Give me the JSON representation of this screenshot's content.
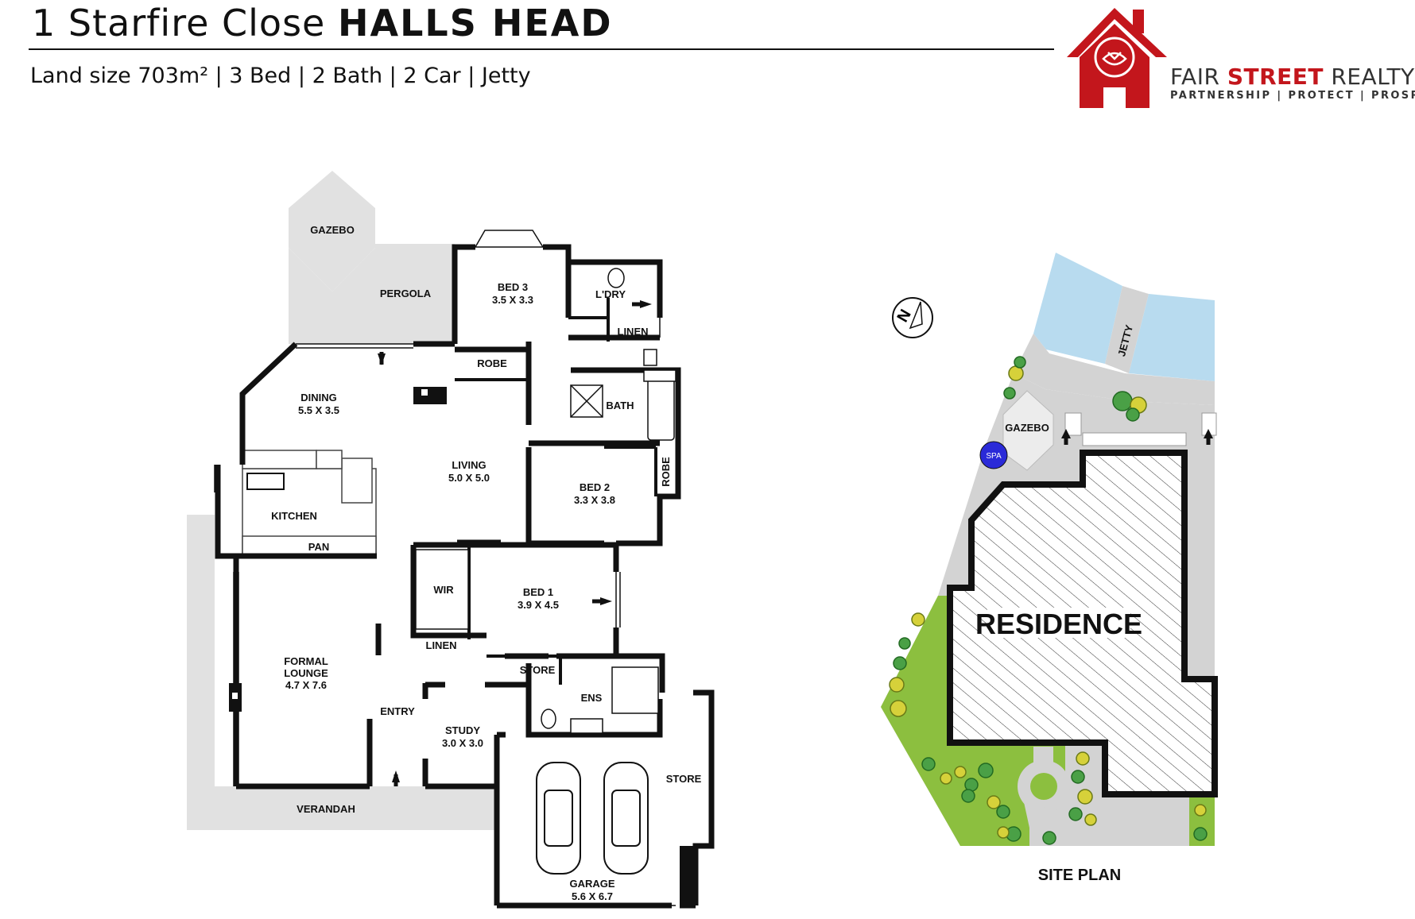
{
  "header": {
    "address": "1 Starfire Close",
    "suburb": "HALLS HEAD",
    "details": "Land size 703m² | 3 Bed | 2 Bath | 2 Car | Jetty"
  },
  "brand": {
    "name_prefix": "FAIR ",
    "name_accent": "STREET",
    "name_suffix": " REALTY",
    "tagline": "PARTNERSHIP | PROTECT | PROSPER",
    "accent_color": "#c3161c"
  },
  "floor_plan": {
    "rooms": {
      "gazebo": {
        "name": "GAZEBO"
      },
      "pergola": {
        "name": "PERGOLA"
      },
      "bed3": {
        "name": "BED 3",
        "size": "3.5 X 3.3"
      },
      "laundry": {
        "name": "L'DRY"
      },
      "linen_top": {
        "name": "LINEN"
      },
      "robe_bed3": {
        "name": "ROBE"
      },
      "dining": {
        "name": "DINING",
        "size": "5.5 X 3.5"
      },
      "bath": {
        "name": "BATH"
      },
      "living": {
        "name": "LIVING",
        "size": "5.0 X 5.0"
      },
      "bed2": {
        "name": "BED 2",
        "size": "3.3 X 3.8"
      },
      "robe_bed2": {
        "name": "ROBE"
      },
      "kitchen": {
        "name": "KITCHEN"
      },
      "pantry": {
        "name": "PAN"
      },
      "wir": {
        "name": "WIR"
      },
      "bed1": {
        "name": "BED 1",
        "size": "3.9 X 4.5"
      },
      "linen_mid": {
        "name": "LINEN"
      },
      "formal_lounge": {
        "name": "FORMAL",
        "name2": "LOUNGE",
        "size": "4.7 X 7.6"
      },
      "store_mid": {
        "name": "STORE"
      },
      "ensuite": {
        "name": "ENS"
      },
      "entry": {
        "name": "ENTRY"
      },
      "study": {
        "name": "STUDY",
        "size": "3.0 X 3.0"
      },
      "store_garage": {
        "name": "STORE"
      },
      "verandah": {
        "name": "VERANDAH"
      },
      "garage": {
        "name": "GARAGE",
        "size": "5.6 X 6.7"
      }
    },
    "colors": {
      "wall": "#111111",
      "outdoor": "#e1e1e1",
      "floor": "#ffffff"
    }
  },
  "site_plan": {
    "title": "SITE PLAN",
    "residence": "RESIDENCE",
    "gazebo": "GAZEBO",
    "spa": "SPA",
    "jetty": "JETTY",
    "north": "N",
    "colors": {
      "water": "#b8dbef",
      "lawn": "#8cbf3f",
      "paving": "#d3d3d3",
      "spa": "#2a2ad8"
    }
  }
}
